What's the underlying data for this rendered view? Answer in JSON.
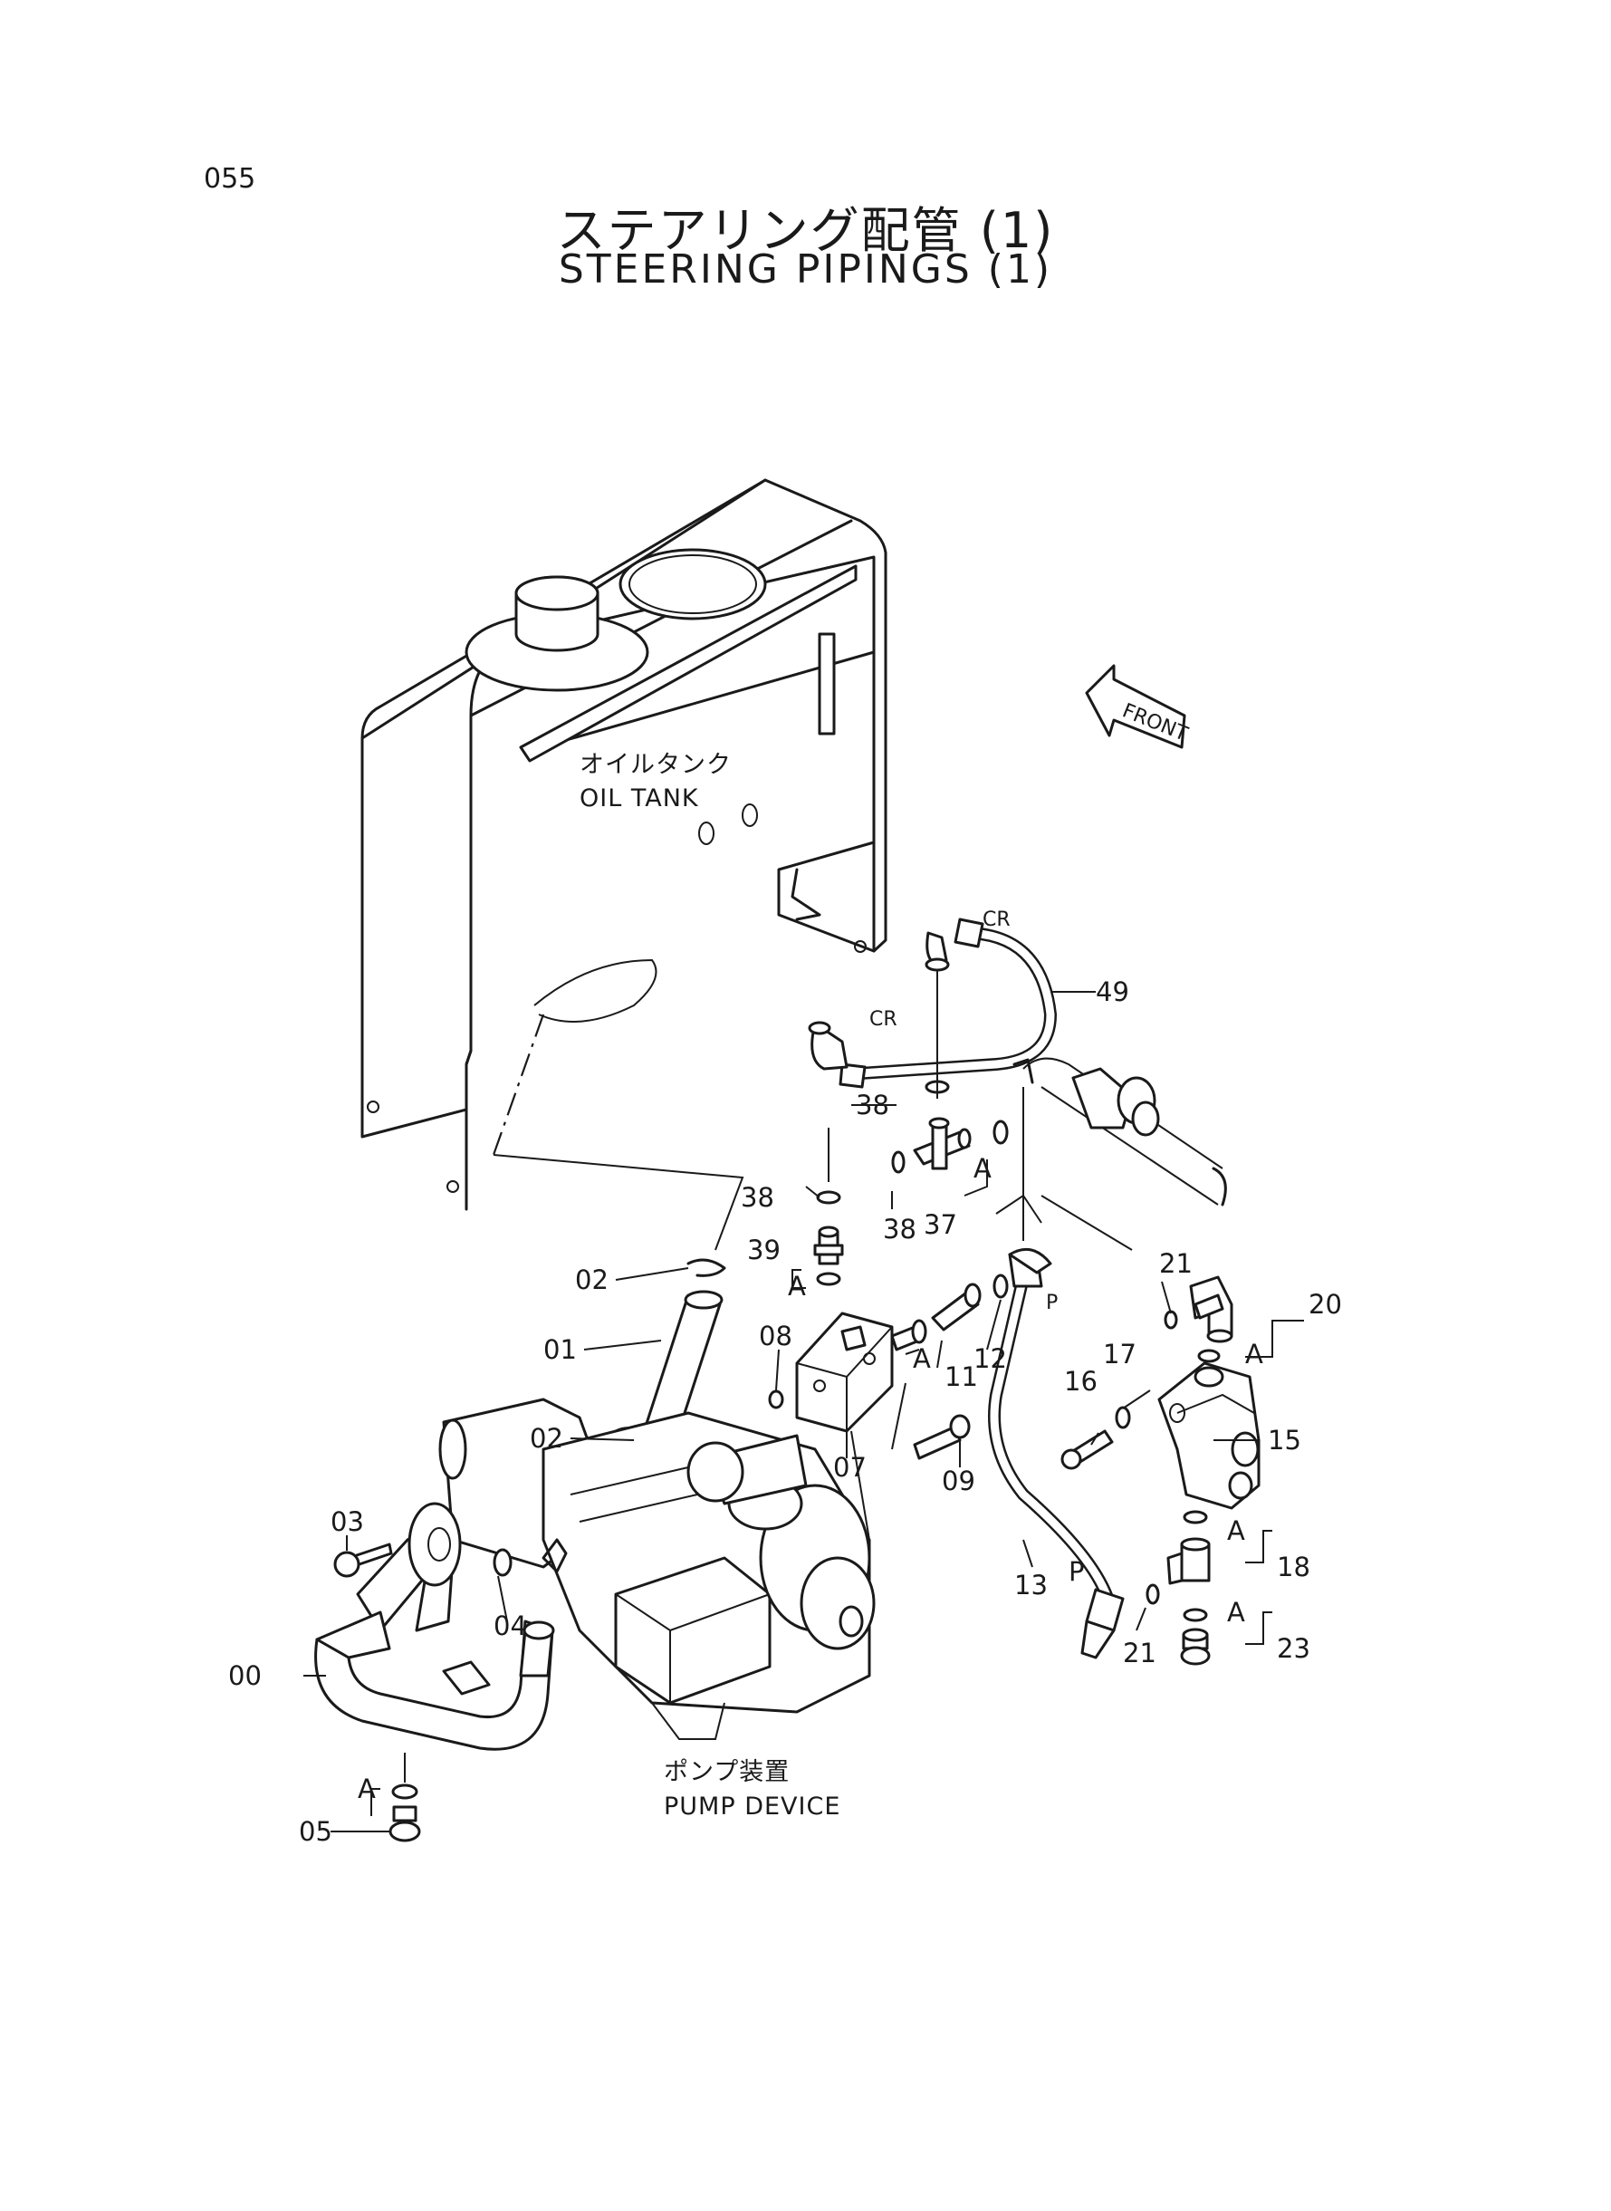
{
  "page_number": "055",
  "title_jp": "ステアリング配管 (1)",
  "title_en": "STEERING PIPINGS (1)",
  "component_labels": {
    "oil_tank_jp": "オイルタンク",
    "oil_tank_en": "OIL TANK",
    "pump_device_jp": "ポンプ装置",
    "pump_device_en": "PUMP DEVICE",
    "front": "FRONT"
  },
  "callouts": {
    "p00": "00",
    "p01": "01",
    "p02a": "02",
    "p02b": "02",
    "p03": "03",
    "p04": "04",
    "p05": "05",
    "p07": "07",
    "p08": "08",
    "p09": "09",
    "p11": "11",
    "p12": "12",
    "p13": "13",
    "p15": "15",
    "p16": "16",
    "p17": "17",
    "p18": "18",
    "p20": "20",
    "p21a": "21",
    "p21b": "21",
    "p23": "23",
    "p37": "37",
    "p38a": "38",
    "p38b": "38",
    "p38c": "38",
    "p39": "39",
    "p49": "49"
  },
  "markers": {
    "a": "A",
    "cr": "CR",
    "p": "P"
  }
}
